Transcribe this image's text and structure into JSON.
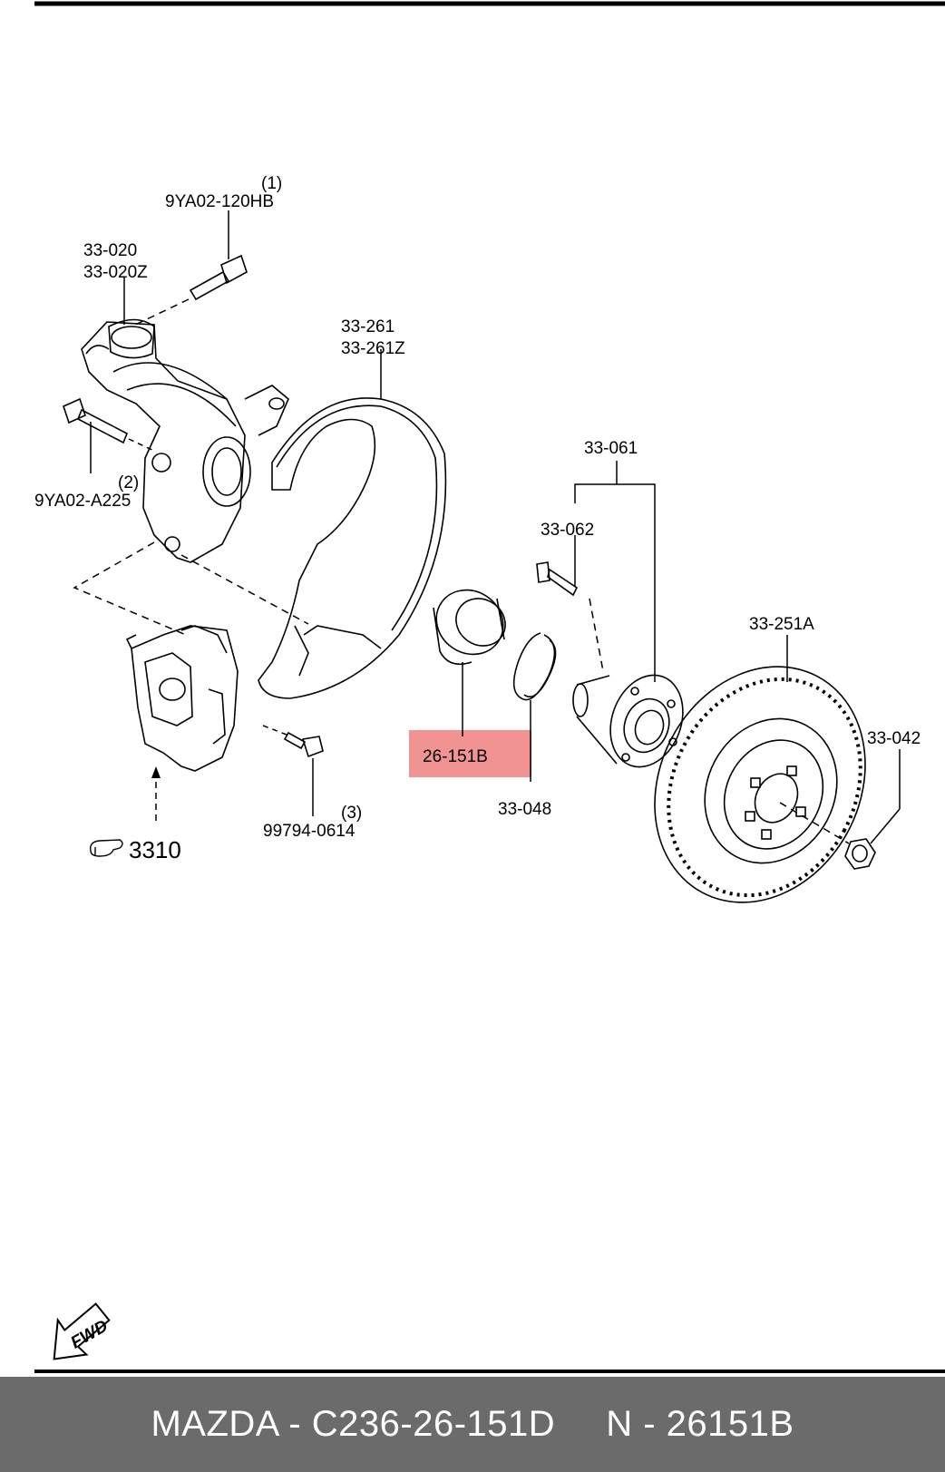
{
  "labels": {
    "l1_ref": "(1)",
    "l1_part": "9YA02-120HB",
    "knuckle_a": "33-020",
    "knuckle_b": "33-020Z",
    "l2_ref": "(2)",
    "l2_part": "9YA02-A225",
    "shield_a": "33-261",
    "shield_b": "33-261Z",
    "hub_assy": "33-061",
    "hub_bolt": "33-062",
    "bearing": "26-151B",
    "snap_ring": "33-048",
    "l3_ref": "(3)",
    "l3_part": "99794-0614",
    "disc": "33-251A",
    "nut": "33-042",
    "caliper_ref": "3310",
    "fwd": "FWD"
  },
  "highlight_color": "#f08080",
  "footer": {
    "left": "MAZDA - C236-26-151D",
    "right": "N - 26151B"
  }
}
